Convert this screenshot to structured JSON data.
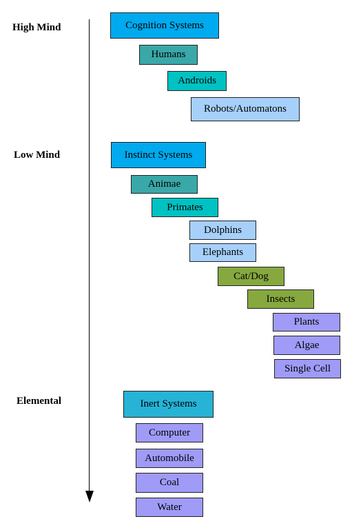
{
  "levels": {
    "high": "High Mind",
    "low": "Low Mind",
    "elemental": "Elemental"
  },
  "colors": {
    "system": "#00aaee",
    "system_alt": "#26b3d6",
    "humans": "#3aa8a8",
    "teal": "#00c2c2",
    "light_blue": "#a6d0fa",
    "olive": "#86a83e",
    "lavender": "#9f9bf7"
  },
  "nodes": {
    "cognition": "Cognition Systems",
    "humans": "Humans",
    "androids": "Androids",
    "robots": "Robots/Automatons",
    "instinct": "Instinct Systems",
    "animae": "Animae",
    "primates": "Primates",
    "dolphins": "Dolphins",
    "elephants": "Elephants",
    "catdog": "Cat/Dog",
    "insects": "Insects",
    "plants": "Plants",
    "algae": "Algae",
    "single_cell": "Single Cell",
    "inert": "Inert Systems",
    "computer": "Computer",
    "automobile": "Automobile",
    "coal": "Coal",
    "water": "Water"
  }
}
